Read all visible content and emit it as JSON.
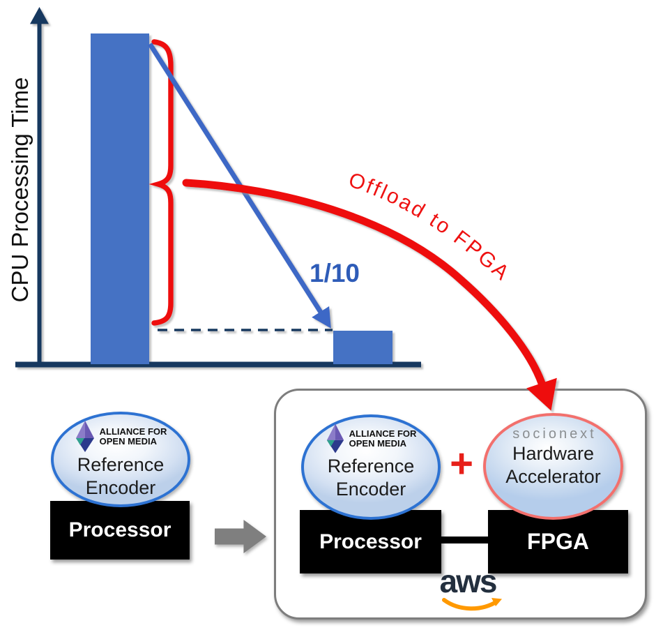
{
  "chart": {
    "y_axis_label": "CPU Processing Time",
    "ratio_label": "1/10",
    "offload_label": "Offload to FPGA"
  },
  "colors": {
    "bar_blue": "#4472C4",
    "axis_navy": "#17375E",
    "highlight_red": "#EE1111",
    "ratio_blue": "#2E5CB8",
    "aws_navy": "#232F3E",
    "aws_orange": "#FF9900",
    "encoder_ellipse_border": "#2D72D2",
    "accelerator_ellipse_border": "#F2706D"
  },
  "before": {
    "encoder": {
      "logo_line1": "ALLIANCE FOR",
      "logo_line2": "OPEN MEDIA",
      "title_line1": "Reference",
      "title_line2": "Encoder"
    },
    "chip_label": "Processor"
  },
  "after": {
    "encoder": {
      "logo_line1": "ALLIANCE FOR",
      "logo_line2": "OPEN MEDIA",
      "title_line1": "Reference",
      "title_line2": "Encoder"
    },
    "plus_sign": "+",
    "accelerator": {
      "logo_text": "socionext",
      "title_line1": "Hardware",
      "title_line2": "Accelerator"
    },
    "chip_label": "Processor",
    "fpga_label": "FPGA",
    "platform_label": "aws"
  }
}
